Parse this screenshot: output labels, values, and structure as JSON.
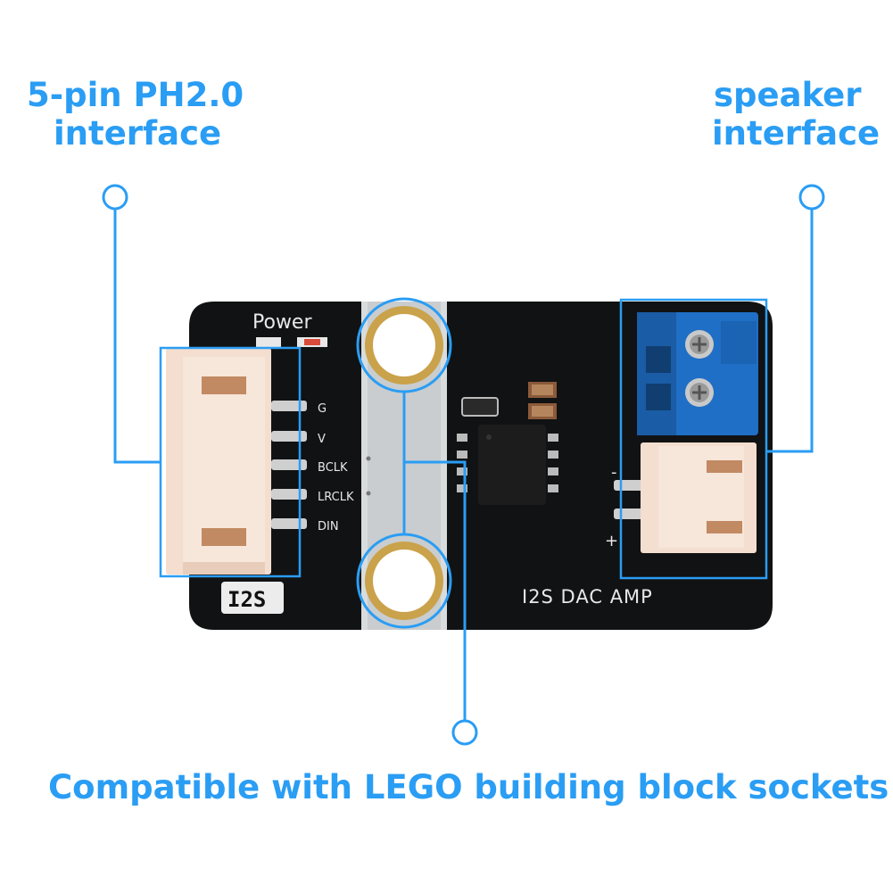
{
  "callouts": {
    "ph_interface_line1": "5-pin PH2.0",
    "ph_interface_line2": "interface",
    "speaker_line1": "speaker",
    "speaker_line2": "interface",
    "lego": "Compatible with LEGO building block sockets"
  },
  "board": {
    "power_label": "Power",
    "model_label": "I2S DAC AMP",
    "badge_label": "I2S",
    "pins": [
      "G",
      "V",
      "BCLK",
      "LRCLK",
      "DIN"
    ],
    "terminal_minus": "-",
    "terminal_plus": "+"
  },
  "colors": {
    "accent": "#2a9df4",
    "pcb": "#111213",
    "connector": "#f3ded0",
    "terminal": "#1f6fc6"
  }
}
